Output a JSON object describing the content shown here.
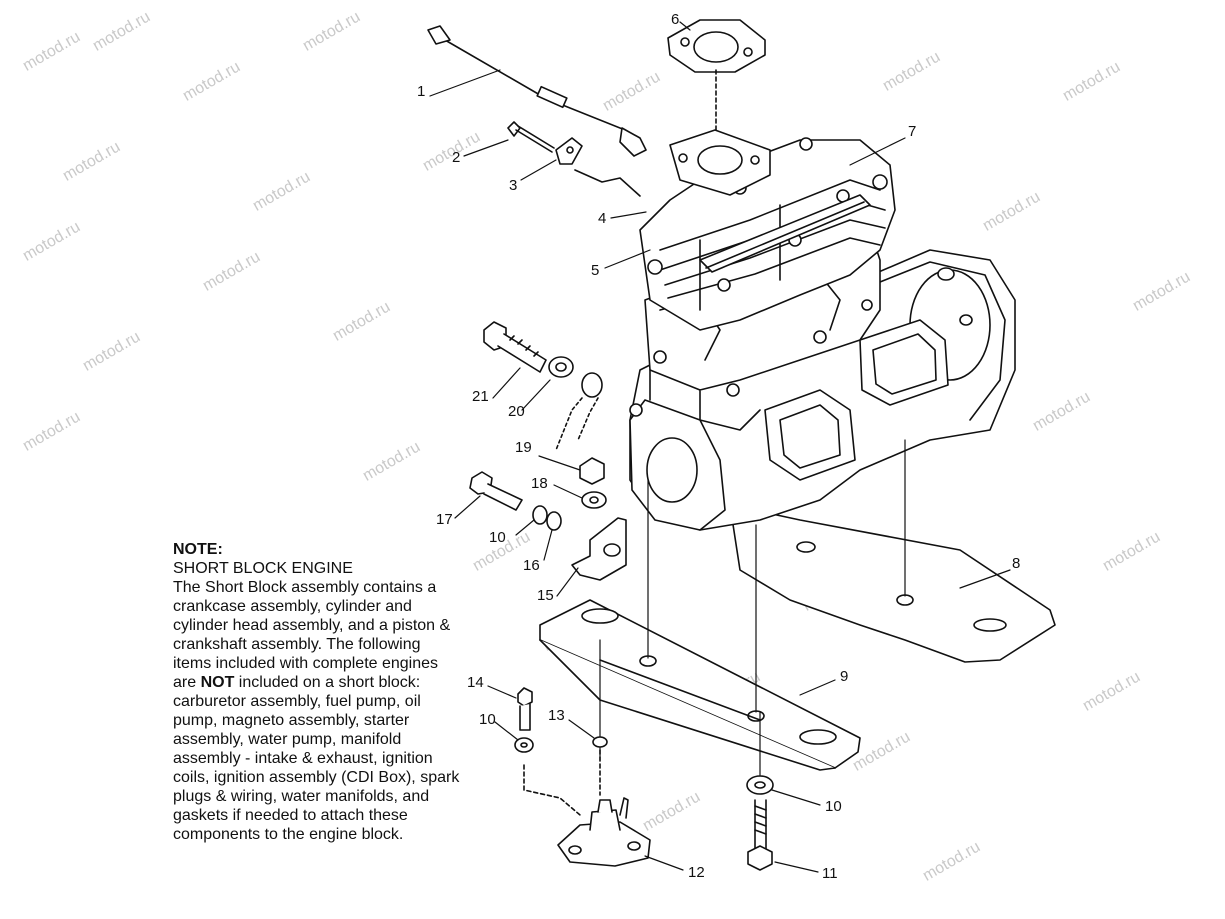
{
  "watermark": "motod.ru",
  "note": {
    "title": "NOTE:",
    "subtitle": "SHORT BLOCK ENGINE",
    "body_before_not": "The Short Block assembly contains a crankcase assembly, cylinder and cylinder head assembly, and a piston & crankshaft assembly. The following items included with complete engines are ",
    "body_not": "NOT",
    "body_after_not": " included on a short block: carburetor assembly, fuel pump, oil pump, magneto assembly, starter assembly, water pump, manifold assembly - intake & exhaust, ignition coils, ignition assembly (CDI Box), spark plugs & wiring, water manifolds, and gaskets if needed to attach these components to the engine block."
  },
  "callouts": {
    "c1": "1",
    "c2": "2",
    "c3": "3",
    "c4": "4",
    "c5": "5",
    "c6": "6",
    "c7": "7",
    "c8": "8",
    "c9": "9",
    "c10a": "10",
    "c10b": "10",
    "c10c": "10",
    "c11": "11",
    "c12": "12",
    "c13": "13",
    "c14": "14",
    "c15": "15",
    "c16": "16",
    "c17": "17",
    "c18": "18",
    "c19": "19",
    "c20": "20",
    "c21": "21"
  }
}
